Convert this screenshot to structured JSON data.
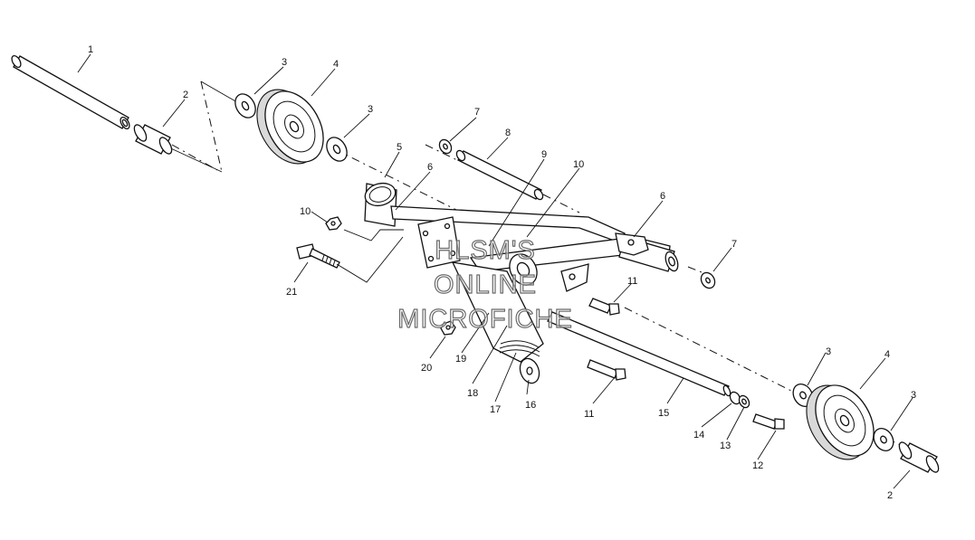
{
  "watermark": {
    "line1": "HLSM'S",
    "line2": "ONLINE",
    "line3": "MICROFICHE"
  },
  "callouts": {
    "c1": "1",
    "c2a": "2",
    "c3a": "3",
    "c4a": "4",
    "c3b": "3",
    "c5": "5",
    "c6a": "6",
    "c7a": "7",
    "c8": "8",
    "c9": "9",
    "c10a": "10",
    "c10b": "10",
    "c6b": "6",
    "c7b": "7",
    "c21": "21",
    "c11a": "11",
    "c20": "20",
    "c19": "19",
    "c18": "18",
    "c17": "17",
    "c16": "16",
    "c11b": "11",
    "c15": "15",
    "c14": "14",
    "c13": "13",
    "c12": "12",
    "c3c": "3",
    "c4b": "4",
    "c3d": "3",
    "c2b": "2"
  }
}
